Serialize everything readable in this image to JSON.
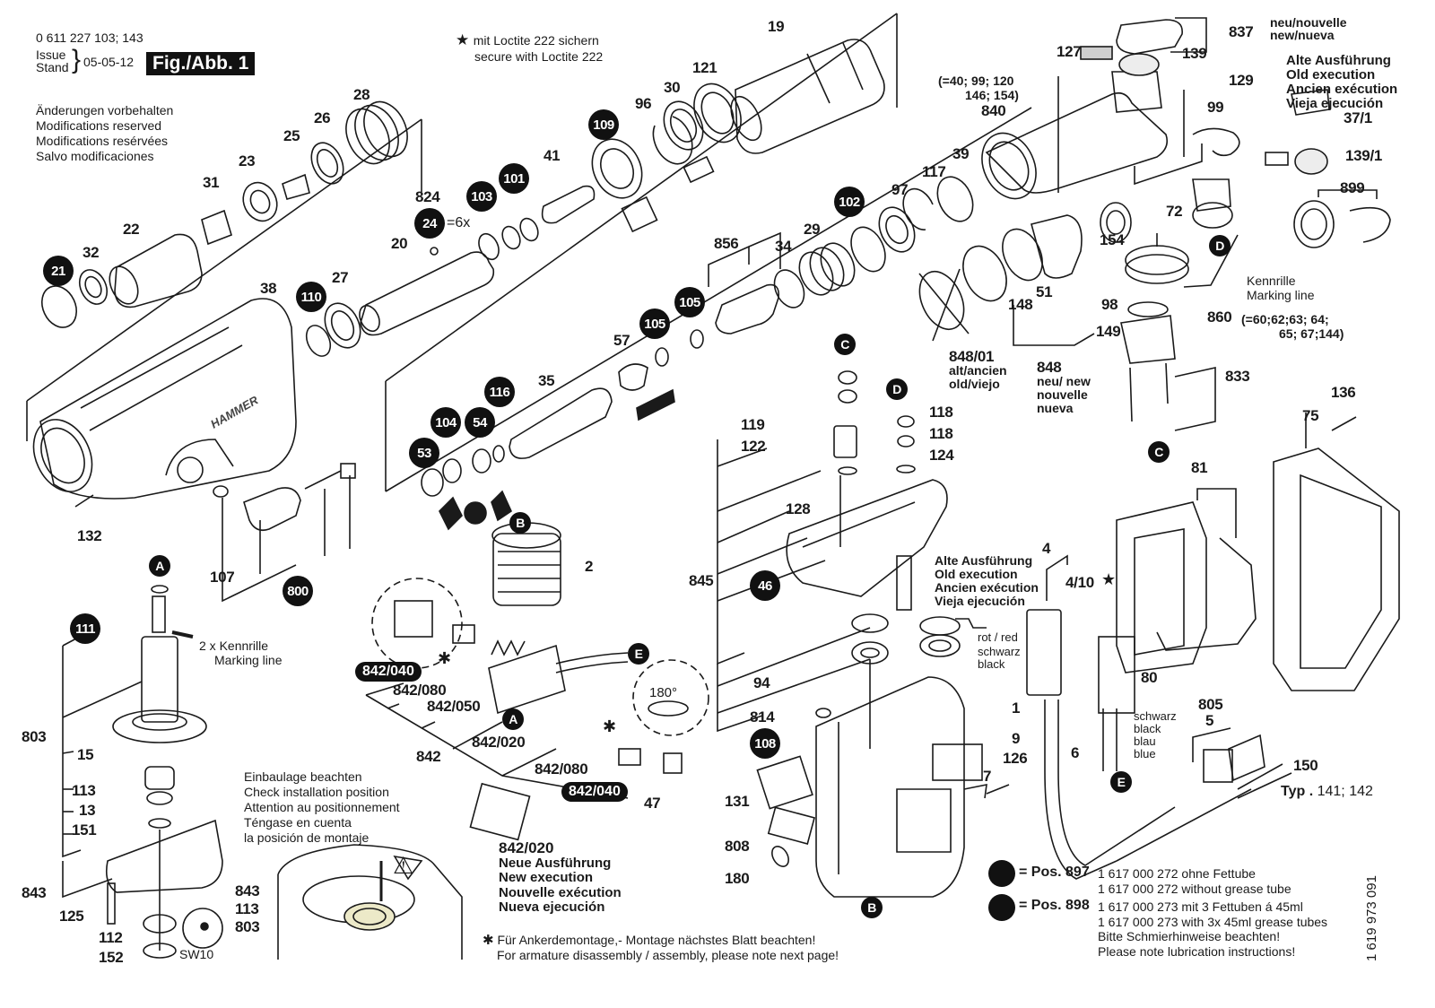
{
  "header": {
    "part_number": "0 611 227 103; 143",
    "issue_label": "Issue",
    "stand_label": "Stand",
    "issue_date": "05-05-12",
    "figure_label": "Fig./Abb. 1",
    "modifications": [
      "Änderungen vorbehalten",
      "Modifications reserved",
      "Modifications resérvées",
      "Salvo modificaciones"
    ]
  },
  "loctite_note": {
    "symbol": "★",
    "lines": [
      "mit Loctite 222 sichern",
      "secure with Loctite 222"
    ]
  },
  "part_labels": {
    "p19": "19",
    "p121": "121",
    "p30": "30",
    "p96": "96",
    "p109": "109",
    "p41": "41",
    "p101": "101",
    "p103": "103",
    "p824": "824",
    "p24": "24",
    "p24_qty": "=6x",
    "p20": "20",
    "p28": "28",
    "p26": "26",
    "p25": "25",
    "p23": "23",
    "p31": "31",
    "p22": "22",
    "p32": "32",
    "p21": "21",
    "p38": "38",
    "p110": "110",
    "p27": "27",
    "p132": "132",
    "p107": "107",
    "p800": "800",
    "p856": "856",
    "p105a": "105",
    "p105b": "105",
    "p57": "57",
    "p35": "35",
    "p116": "116",
    "p104": "104",
    "p54": "54",
    "p53": "53",
    "p34": "34",
    "p29": "29",
    "p102": "102",
    "p97": "97",
    "p117": "117",
    "p39": "39",
    "p840": "840",
    "p840_note_1": "(=40; 99; 120",
    "p840_note_2": "146; 154)",
    "p127": "127",
    "p129": "129",
    "p139": "139",
    "p837": "837",
    "p837_note_1": "neu/nouvelle",
    "p837_note_2": "new/nueva",
    "p99": "99",
    "p154": "154",
    "p72": "72",
    "p51": "51",
    "p148": "148",
    "p848_01": "848/01",
    "p848_01_note_1": "alt/ancien",
    "p848_01_note_2": "old/viejo",
    "p848": "848",
    "p848_note": [
      "neu/ new",
      "nouvelle",
      "nueva"
    ],
    "p98": "98",
    "p149": "149",
    "p860": "860",
    "p860_note_1": "(=60;62;63; 64;",
    "p860_note_2": "65; 67;144)",
    "p833": "833",
    "p37_1": "37/1",
    "p139_1": "139/1",
    "p899": "899",
    "kennrille_1": "Kennrille",
    "kennrille_2": "Marking line",
    "p119": "119",
    "p122": "122",
    "p118a": "118",
    "p118b": "118",
    "p124": "124",
    "p128": "128",
    "p845": "845",
    "p46": "46",
    "p94": "94",
    "p814": "814",
    "p108": "108",
    "p1": "1",
    "p9": "9",
    "p126": "126",
    "p7": "7",
    "p131": "131",
    "p808": "808",
    "p180": "180",
    "p136": "136",
    "p75": "75",
    "p81": "81",
    "p4": "4",
    "p4_10": "4/10",
    "p80": "80",
    "p6": "6",
    "p805": "805",
    "p5": "5",
    "p150": "150",
    "typ_label": "Typ .",
    "typ_value": "141; 142",
    "p2": "2",
    "p842_040a": "842/040",
    "p842_080a": "842/080",
    "p842_050": "842/050",
    "p842": "842",
    "p842_020": "842/020",
    "p842_080b": "842/080",
    "p842_040b": "842/040",
    "p47": "47",
    "deg180": "180°",
    "p111": "111",
    "p803": "803",
    "p15": "15",
    "p113": "113",
    "p13": "13",
    "p151": "151",
    "p843": "843",
    "p125": "125",
    "p112": "112",
    "p152": "152",
    "sw10": "SW10",
    "marking_2x_1": "2 x Kennrille",
    "marking_2x_2": "Marking line",
    "inset_843": "843",
    "inset_113": "113",
    "inset_803": "803",
    "schwarz": "schwarz",
    "black": "black",
    "blau": "blau",
    "blue": "blue",
    "rot_red": "rot / red",
    "schwarz2": "schwarz",
    "black2": "black",
    "brand": "HAMMER"
  },
  "reference_markers": {
    "A": "A",
    "B": "B",
    "C": "C",
    "D": "D",
    "E": "E"
  },
  "old_execution_right": [
    "Alte Ausführung",
    "Old execution",
    "Ancien exécution",
    "Vieja ejecución"
  ],
  "old_execution_mid": [
    "Alte Ausführung",
    "Old execution",
    "Ancien exécution",
    "Vieja ejecución"
  ],
  "new_execution": {
    "part": "842/020",
    "lines": [
      "Neue Ausführung",
      "New execution",
      "Nouvelle exécution",
      "Nueva ejecución"
    ]
  },
  "install_note": [
    "Einbaulage beachten",
    "Check installation position",
    "Attention au positionnement",
    "Téngase en cuenta",
    "la posición de montaje"
  ],
  "armature_note": {
    "symbol": "✱",
    "lines": [
      "Für Ankerdemontage,- Montage nächstes Blatt beachten!",
      "For armature disassembly / assembly, please note next page!"
    ]
  },
  "grease_legend": [
    {
      "pos": "= Pos. 897",
      "lines": [
        "1 617 000 272 ohne Fettube",
        "1 617 000 272 without grease tube"
      ]
    },
    {
      "pos": "= Pos. 898",
      "lines": [
        "1 617 000 273 mit 3 Fettuben á 45ml",
        "1 617 000 273 with 3x 45ml grease tubes",
        "Bitte Schmierhinweise beachten!",
        "Please note lubrication instructions!"
      ]
    }
  ],
  "document_number": "1 619 973 091"
}
